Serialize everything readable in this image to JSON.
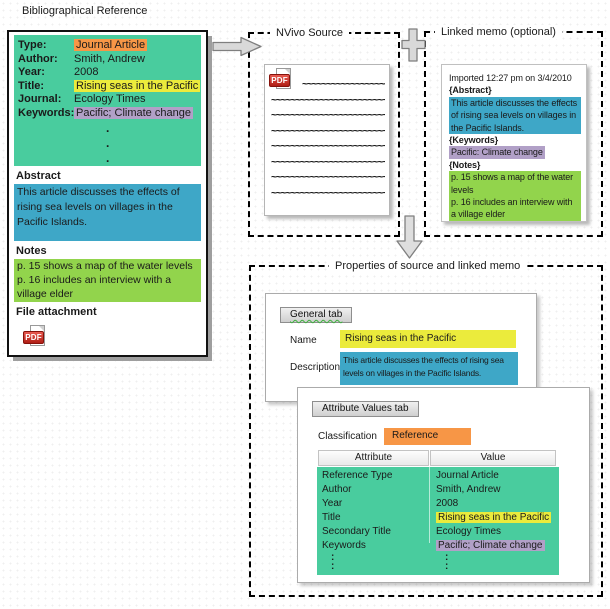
{
  "colors": {
    "mint_green": "#49CC9E",
    "highlight_orange": "#F79646",
    "highlight_yellow": "#EBEB3C",
    "highlight_purple": "#B1A0C7",
    "highlight_blue": "#3EA7C7",
    "highlight_bright_green": "#92D44C",
    "pdf_red": "#C9251C",
    "arrow_gray": "#D9D9D9",
    "dash_border": "#000000"
  },
  "icons": {
    "flow_right_arrow": "block-arrow-right",
    "plus_connector": "plus",
    "flow_down_arrow": "block-arrow-down",
    "pdf_file": "pdf-file"
  },
  "bib_card": {
    "title": "Bibliographical Reference",
    "fields": [
      {
        "label": "Type:",
        "value": "Journal Article",
        "highlight": "orange"
      },
      {
        "label": "Author:",
        "value": "Smith, Andrew",
        "highlight": "none"
      },
      {
        "label": "Year:",
        "value": "2008",
        "highlight": "none"
      },
      {
        "label": "Title:",
        "value": "Rising seas in the Pacific",
        "highlight": "yellow"
      },
      {
        "label": "Journal:",
        "value": "Ecology Times",
        "highlight": "none"
      },
      {
        "label": "Keywords:",
        "value": "Pacific; Climate change",
        "highlight": "purple"
      }
    ],
    "dots_glyph": ".",
    "abstract_heading": "Abstract",
    "abstract_text": "This article discusses the effects of rising sea levels on villages in the Pacific Islands.",
    "notes_heading": "Notes",
    "notes_line1": "p. 15 shows a map of the water levels",
    "notes_line2": "p. 16 includes an interview with a village elder",
    "file_attachment_heading": "File attachment",
    "pdf_icon_label": "PDF"
  },
  "nvivo_source": {
    "title": "NVivo Source",
    "pdf_icon_label": "PDF",
    "squiggle": "~~~~~~~~~~~~~~~~~~~~~~~~~~~~~~"
  },
  "linked_memo": {
    "title": "Linked memo (optional)",
    "imported_line": "Imported 12:27 pm on 3/4/2010",
    "abstract_heading": "{Abstract}",
    "abstract_text": "This article discusses the effects of rising sea levels on villages in the Pacific Islands.",
    "keywords_heading": "{Keywords}",
    "keywords_text": "Pacific: Climate change",
    "notes_heading": "{Notes}",
    "notes_line1": "p. 15 shows a map of the water levels",
    "notes_line2": "p. 16 includes an interview with a village elder"
  },
  "properties": {
    "title": "Properties of source and linked memo",
    "general_tab": {
      "button_label": "General tab",
      "name_label": "Name",
      "name_value": "Rising seas in the Pacific",
      "description_label": "Description",
      "description_value": "This article discusses the effects of rising sea levels on villages in the Pacific Islands."
    },
    "attribute_tab": {
      "button_label": "Attribute Values tab",
      "classification_label": "Classification",
      "classification_value": "Reference",
      "columns": [
        "Attribute",
        "Value"
      ],
      "rows": [
        {
          "attribute": "Reference Type",
          "value": "Journal Article",
          "highlight": "none"
        },
        {
          "attribute": "Author",
          "value": "Smith, Andrew",
          "highlight": "none"
        },
        {
          "attribute": "Year",
          "value": "2008",
          "highlight": "none"
        },
        {
          "attribute": "Title",
          "value": "Rising seas in the Pacific",
          "highlight": "yellow"
        },
        {
          "attribute": "Secondary Title",
          "value": "Ecology Times",
          "highlight": "none"
        },
        {
          "attribute": "Keywords",
          "value": "Pacific; Climate change",
          "highlight": "purple"
        }
      ],
      "ellipsis_glyph": ":"
    }
  }
}
